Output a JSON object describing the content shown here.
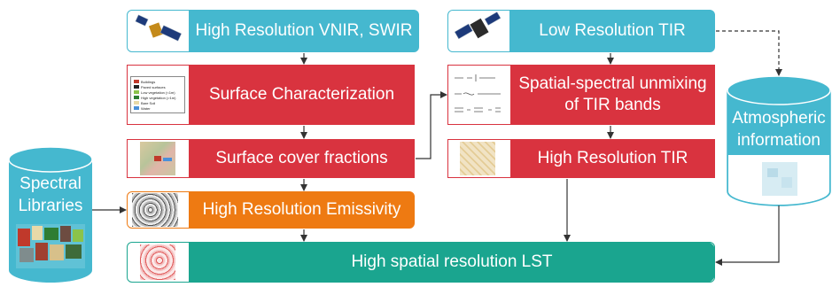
{
  "nodes": {
    "vnir_swir": "High Resolution VNIR, SWIR",
    "low_tir": "Low Resolution TIR",
    "surface_char": "Surface Characterization",
    "unmixing_line1": "Spatial-spectral unmixing",
    "unmixing_line2": "of TIR bands",
    "cover_fractions": "Surface cover fractions",
    "high_tir": "High Resolution TIR",
    "emissivity": "High Resolution Emissivity",
    "lst": "High spatial resolution LST",
    "spectral_line1": "Spectral",
    "spectral_line2": "Libraries",
    "atmo_line1": "Atmospheric",
    "atmo_line2": "information"
  },
  "legend": [
    "Buildings",
    "Paved surfaces",
    "Low vegetation (<1m)",
    "High vegetation (>1m)",
    "Bare Soil",
    "Water"
  ],
  "legend_colors": [
    "#c0392b",
    "#222222",
    "#8bc34a",
    "#2e7d32",
    "#e8d9a8",
    "#4a90d9"
  ],
  "colors": {
    "teal": "#45b8cf",
    "red": "#d9333f",
    "orange": "#ee7a12",
    "green": "#1aa58f",
    "arrow": "#333333"
  }
}
